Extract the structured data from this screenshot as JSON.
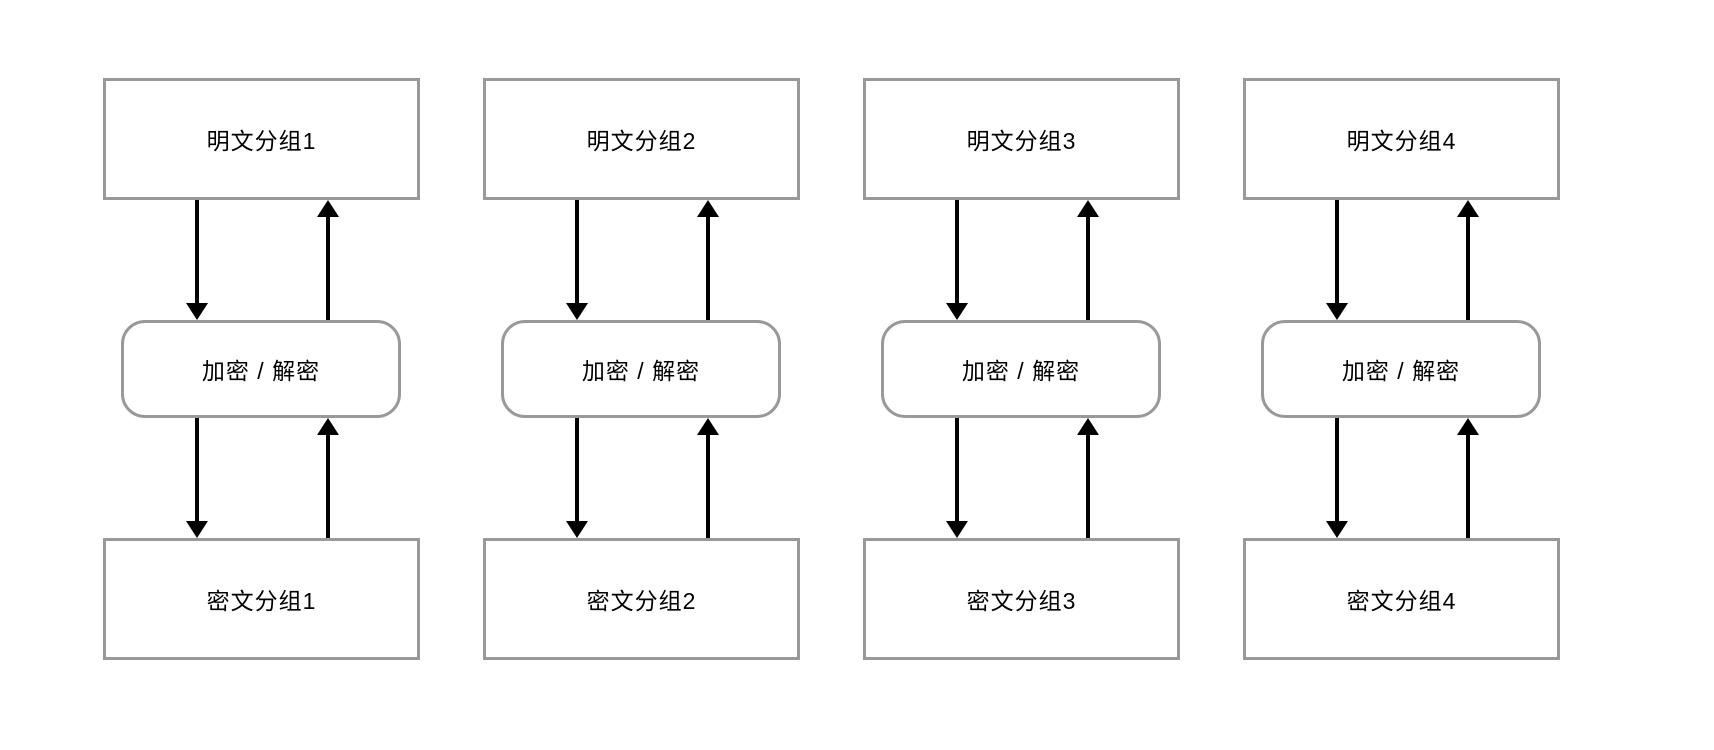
{
  "diagram": {
    "description": "Block cipher ECB-style diagram: four plaintext blocks encrypted/decrypted into ciphertext blocks",
    "columns": [
      {
        "plaintext": "明文分组1",
        "process": "加密 / 解密",
        "ciphertext": "密文分组1"
      },
      {
        "plaintext": "明文分组2",
        "process": "加密 / 解密",
        "ciphertext": "密文分组2"
      },
      {
        "plaintext": "明文分组3",
        "process": "加密 / 解密",
        "ciphertext": "密文分组3"
      },
      {
        "plaintext": "明文分组4",
        "process": "加密 / 解密",
        "ciphertext": "密文分组4"
      }
    ]
  },
  "colors": {
    "background": "#ffffff",
    "box_border": "#999999",
    "arrow": "#000000",
    "text": "#000000"
  }
}
